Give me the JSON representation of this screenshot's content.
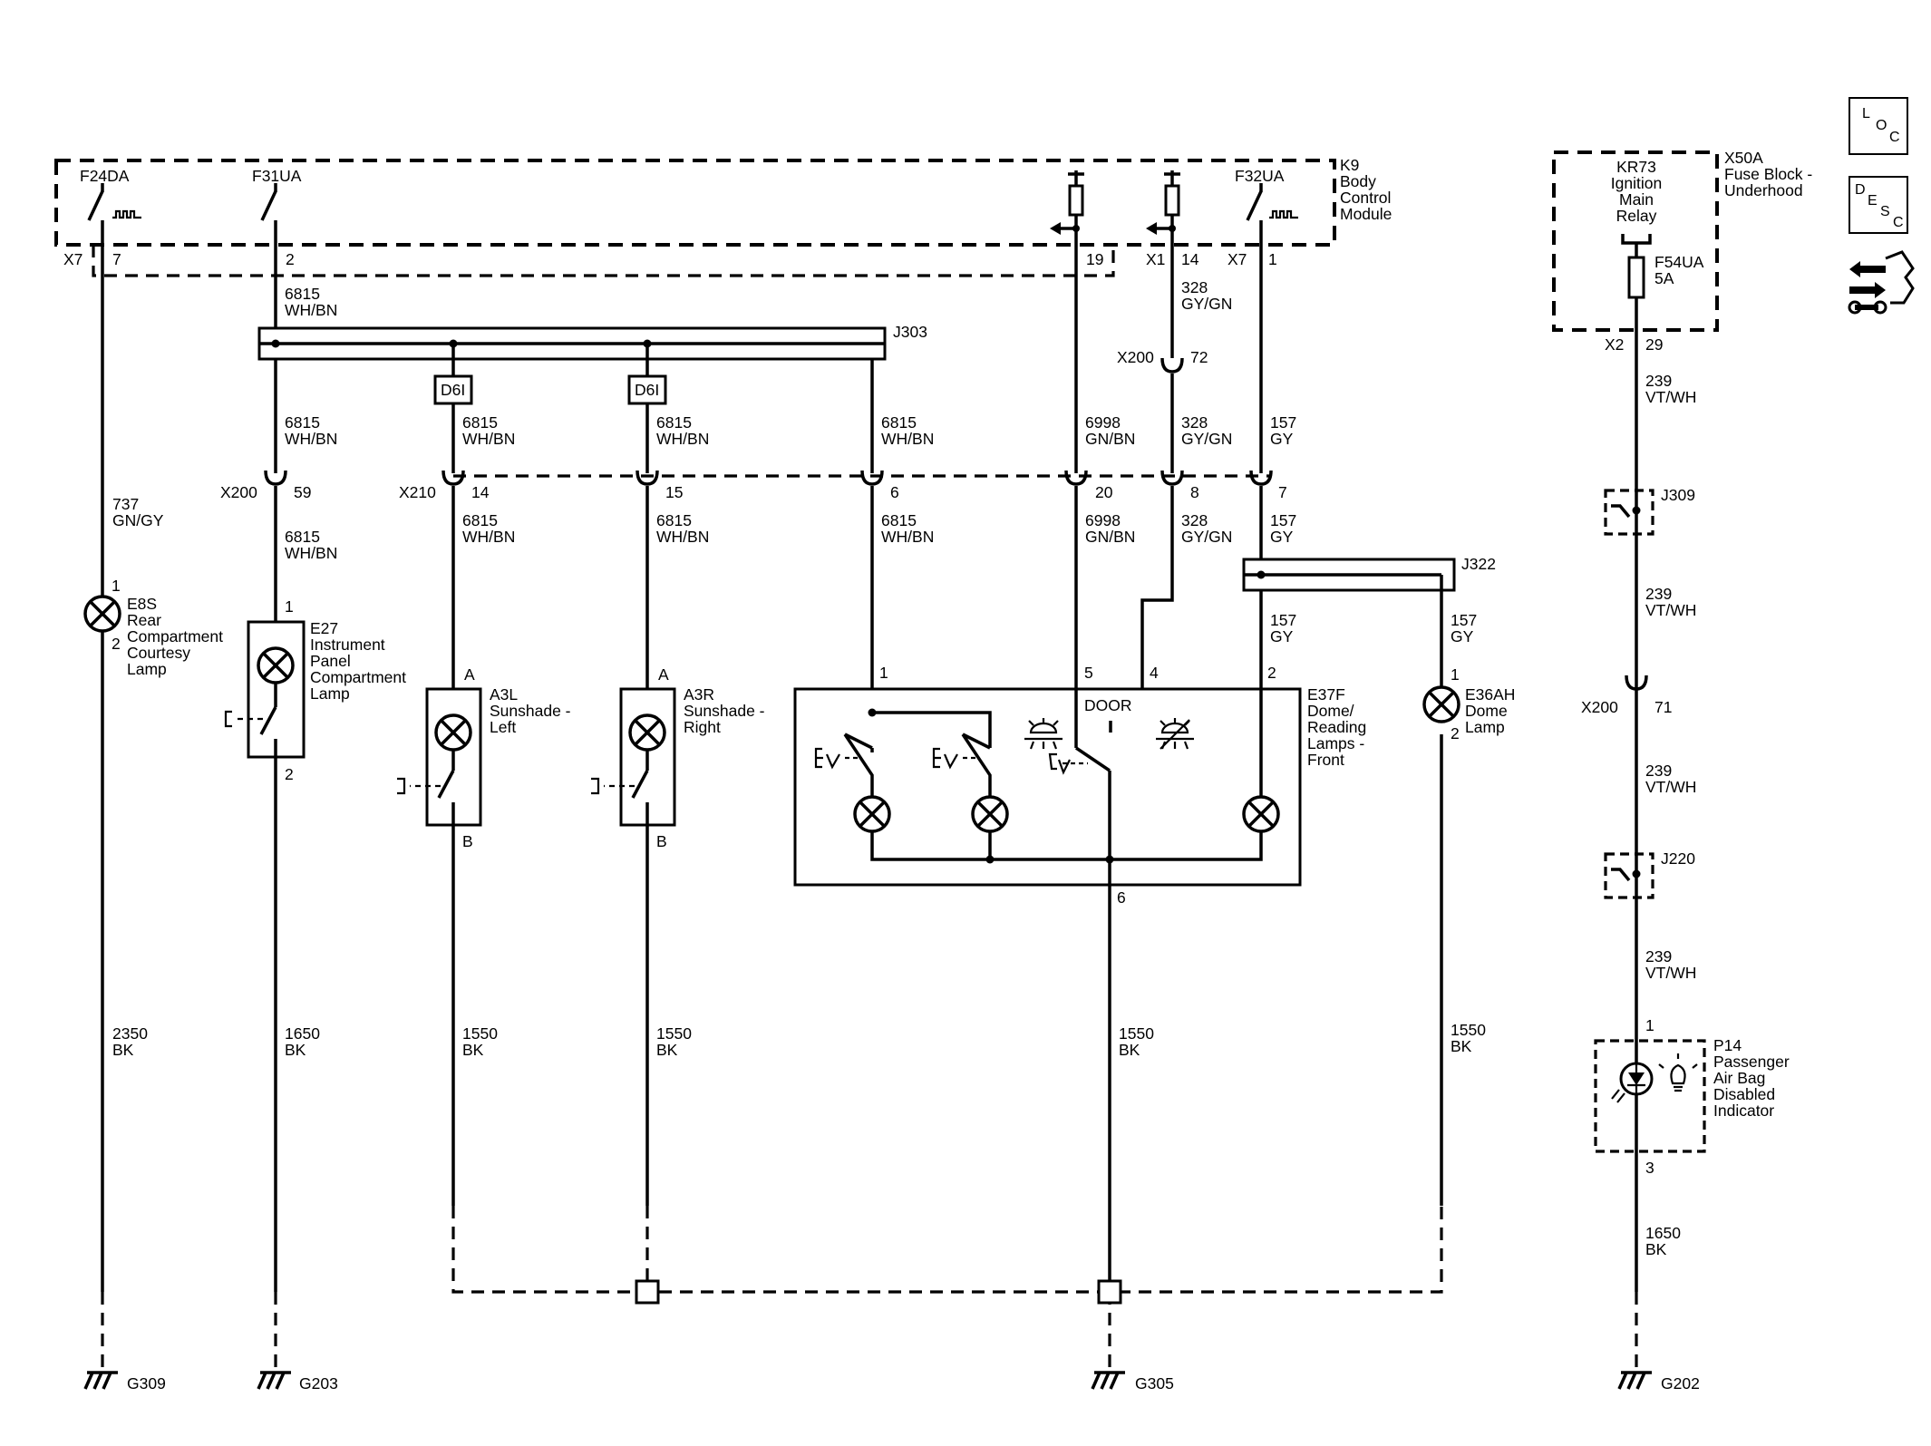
{
  "colors": {
    "line": "#000000",
    "background": "#ffffff"
  },
  "modules": {
    "k9": {
      "id": "K9",
      "lines": [
        "Body",
        "Control",
        "Module"
      ]
    },
    "x50a": {
      "id": "X50A",
      "lines": [
        "Fuse Block -",
        "Underhood"
      ]
    }
  },
  "fuses": {
    "f24da": "F24DA",
    "f31ua": "F31UA",
    "f32ua": "F32UA",
    "f54ua": "F54UA",
    "f54ua_rating": "5A"
  },
  "relay": {
    "lines": [
      "KR73",
      "Ignition",
      "Main",
      "Relay"
    ]
  },
  "connectors": {
    "x7": "X7",
    "x1": "X1",
    "x2": "X2",
    "x200": "X200",
    "x210": "X210"
  },
  "pins": {
    "k9_7": "7",
    "k9_2": "2",
    "k9_19": "19",
    "k9_14": "14",
    "k9_1": "1",
    "x200_72": "72",
    "x200_59": "59",
    "x210_14": "14",
    "x210_15": "15",
    "x210_6": "6",
    "x210_20": "20",
    "x210_8": "8",
    "x210_7": "7",
    "x2_29": "29",
    "x200_71": "71",
    "e8s_1": "1",
    "e8s_2": "2",
    "e27_1": "1",
    "e27_2": "2",
    "a3l_a": "A",
    "a3l_b": "B",
    "a3r_a": "A",
    "a3r_b": "B",
    "e37f_1": "1",
    "e37f_5": "5",
    "e37f_4": "4",
    "e37f_2": "2",
    "e37f_6": "6",
    "e36ah_1": "1",
    "e36ah_2": "2",
    "p14_1": "1",
    "p14_3": "3"
  },
  "splices": {
    "j303": "J303",
    "j322": "J322",
    "j309": "J309",
    "j220": "J220"
  },
  "diode": "D6I",
  "wires": {
    "w6815_top": [
      "6815",
      "WH/BN"
    ],
    "w328_top": [
      "328",
      "GY/GN"
    ],
    "w6815_a": [
      "6815",
      "WH/BN"
    ],
    "w6815_b": [
      "6815",
      "WH/BN"
    ],
    "w6815_c": [
      "6815",
      "WH/BN"
    ],
    "w6815_d": [
      "6815",
      "WH/BN"
    ],
    "w6998_a": [
      "6998",
      "GN/BN"
    ],
    "w328_a": [
      "328",
      "GY/GN"
    ],
    "w157_a": [
      "157",
      "GY"
    ],
    "w737": [
      "737",
      "GN/GY"
    ],
    "w6815_e": [
      "6815",
      "WH/BN"
    ],
    "w6815_f": [
      "6815",
      "WH/BN"
    ],
    "w6815_g": [
      "6815",
      "WH/BN"
    ],
    "w6815_h": [
      "6815",
      "WH/BN"
    ],
    "w6998_b": [
      "6998",
      "GN/BN"
    ],
    "w328_b": [
      "328",
      "GY/GN"
    ],
    "w157_b": [
      "157",
      "GY"
    ],
    "w157_c": [
      "157",
      "GY"
    ],
    "w157_d": [
      "157",
      "GY"
    ],
    "w2350": [
      "2350",
      "BK"
    ],
    "w1650_a": [
      "1650",
      "BK"
    ],
    "w1550_a": [
      "1550",
      "BK"
    ],
    "w1550_b": [
      "1550",
      "BK"
    ],
    "w1550_c": [
      "1550",
      "BK"
    ],
    "w1550_d": [
      "1550",
      "BK"
    ],
    "w239_a": [
      "239",
      "VT/WH"
    ],
    "w239_b": [
      "239",
      "VT/WH"
    ],
    "w239_c": [
      "239",
      "VT/WH"
    ],
    "w239_d": [
      "239",
      "VT/WH"
    ],
    "w1650_b": [
      "1650",
      "BK"
    ]
  },
  "components": {
    "e8s": {
      "id": "E8S",
      "lines": [
        "Rear",
        "Compartment",
        "Courtesy",
        "Lamp"
      ]
    },
    "e27": {
      "id": "E27",
      "lines": [
        "Instrument",
        "Panel",
        "Compartment",
        "Lamp"
      ]
    },
    "a3l": {
      "id": "A3L",
      "lines": [
        "Sunshade -",
        "Left"
      ]
    },
    "a3r": {
      "id": "A3R",
      "lines": [
        "Sunshade -",
        "Right"
      ]
    },
    "e37f": {
      "id": "E37F",
      "lines": [
        "Dome/",
        "Reading",
        "Lamps -",
        "Front"
      ],
      "door_label": "DOOR"
    },
    "e36ah": {
      "id": "E36AH",
      "lines": [
        "Dome",
        "Lamp"
      ]
    },
    "p14": {
      "id": "P14",
      "lines": [
        "Passenger",
        "Air Bag",
        "Disabled",
        "Indicator"
      ]
    }
  },
  "grounds": {
    "g309": "G309",
    "g203": "G203",
    "g305": "G305",
    "g202": "G202"
  },
  "side_buttons": {
    "loc": [
      "L",
      "O",
      "C"
    ],
    "desc": [
      "D",
      "E",
      "S",
      "C"
    ],
    "connector_icon": "connector-icon"
  }
}
